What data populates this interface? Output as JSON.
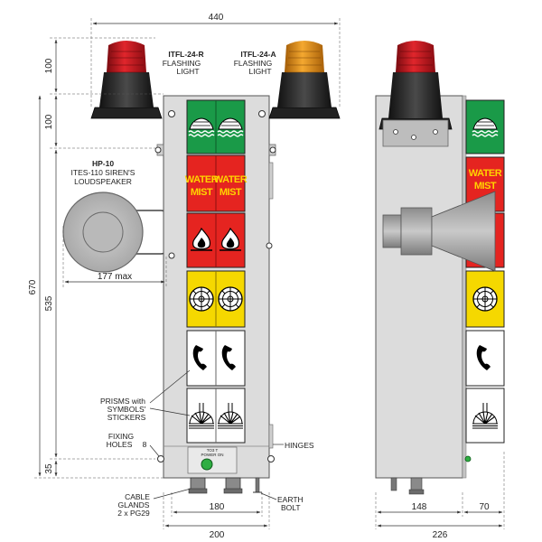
{
  "dimensions": {
    "total_width": "440",
    "light_height": "100",
    "top_offset": "100",
    "total_height": "670",
    "fixing_span": "535",
    "bottom_offset": "35",
    "loudspeaker_depth": "177 max",
    "inner_width": "180",
    "body_width": "200",
    "side_inner": "148",
    "side_prism": "70",
    "side_total": "226"
  },
  "lights": {
    "red_code": "ITFL-24-R",
    "red_desc": "FLASHING LIGHT",
    "amber_code": "ITFL-24-A",
    "amber_desc": "FLASHING LIGHT",
    "red_color": "#d71920",
    "amber_color": "#f0a020"
  },
  "loudspeaker": {
    "code": "HP-10",
    "desc_line1": "ITES-110 SIREN'S",
    "desc_line2": "LOUDSPEAKER"
  },
  "prisms": {
    "water_mist_line1": "WATER",
    "water_mist_line2": "MIST",
    "label_line1": "PRISMS with",
    "label_line2": "SYMBOLS'",
    "label_line3": "STICKERS"
  },
  "panel": {
    "power_label_line1": "TO3 T",
    "power_label_line2": "POWER ON"
  },
  "callouts": {
    "fixing_line1": "FIXING",
    "fixing_line2": "HOLES",
    "fixing_count": "8",
    "hinges": "HINGES",
    "cable_line1": "CABLE",
    "cable_line2": "GLANDS",
    "cable_line3": "2 x PG29",
    "earth_line1": "EARTH",
    "earth_line2": "BOLT"
  },
  "colors": {
    "green": "#1a9a48",
    "red": "#e52420",
    "yellow": "#f5d800",
    "body": "#dfdfdf",
    "dark": "#2b2b2b"
  }
}
